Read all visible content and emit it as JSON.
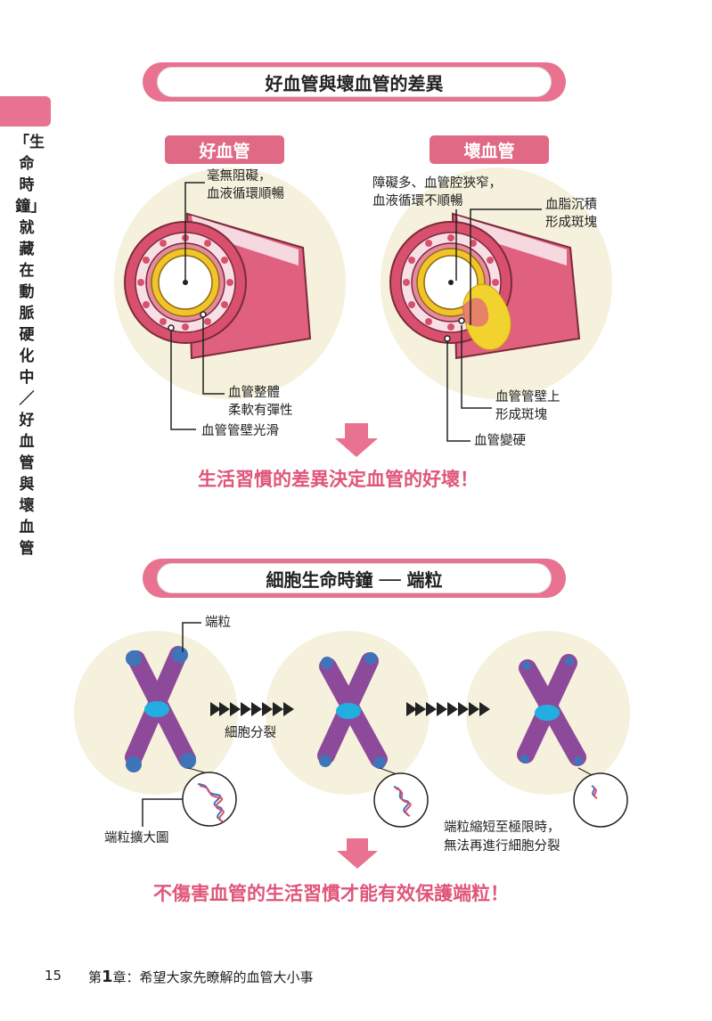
{
  "sidebar": {
    "chapter_text": "「生命時鐘」就藏在動脈硬化中／好血管與壞血管"
  },
  "section1": {
    "title": "好血管與壞血管的差異",
    "good": {
      "tag": "好血管",
      "label_top_1": "毫無阻礙，",
      "label_top_2": "血液循環順暢",
      "label_mid_1": "血管整體",
      "label_mid_2": "柔軟有彈性",
      "label_bottom": "血管管壁光滑"
    },
    "bad": {
      "tag": "壞血管",
      "label_top_1": "障礙多、血管腔狹窄，",
      "label_top_2": "血液循環不順暢",
      "label_right_1": "血脂沉積",
      "label_right_2": "形成斑塊",
      "label_mid_1": "血管管壁上",
      "label_mid_2": "形成斑塊",
      "label_bottom": "血管變硬"
    },
    "slogan": "生活習慣的差異決定血管的好壞！"
  },
  "section2": {
    "title": "細胞生命時鐘 ── 端粒",
    "label_telomere": "端粒",
    "label_division": "細胞分裂",
    "label_zoom": "端粒擴大圖",
    "label_limit_1": "端粒縮短至極限時，",
    "label_limit_2": "無法再進行細胞分裂",
    "slogan": "不傷害血管的生活習慣才能有效保護端粒！"
  },
  "footer": {
    "page_number": "15",
    "chapter_prefix": "第",
    "chapter_number": "1",
    "chapter_suffix": "章：希望大家先瞭解的血管大小事"
  },
  "colors": {
    "accent_pink": "#e8728f",
    "slogan_pink": "#e0557a",
    "vessel_red": "#d9506e",
    "chromosome_purple": "#8e4a9a",
    "telomere_blue": "#3f74b8",
    "centromere_cyan": "#22aee0",
    "plaque_yellow": "#f2d22e",
    "background_circle": "#f5f1dc"
  }
}
